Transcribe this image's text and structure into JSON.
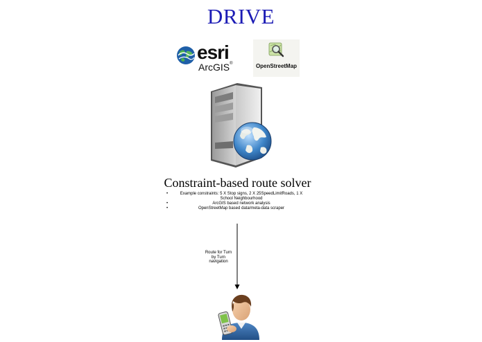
{
  "title": "DRIVE",
  "logos": {
    "esri_word": "esri",
    "esri_product": "ArcGIS",
    "esri_tm": "®",
    "osm_name": "OpenStreetMap"
  },
  "solver": {
    "heading": "Constraint-based route solver",
    "bullets": [
      "Example constraints: 5 X Stop signs, 2 X 25SpeedLimitRoads, 1 X School Neighbourhood",
      "ArcGIS based network analysis",
      "OpenStreetMap based data/meta-data scraper"
    ]
  },
  "edge": {
    "label_lines": [
      "Route for Turn",
      "by Turn",
      "navigation"
    ]
  },
  "icons": {
    "server": "server-globe-icon",
    "user": "user-phone-icon",
    "esri": "esri-globe-icon",
    "osm": "osm-magnifier-icon"
  },
  "colors": {
    "title": "#1c1cb5"
  }
}
